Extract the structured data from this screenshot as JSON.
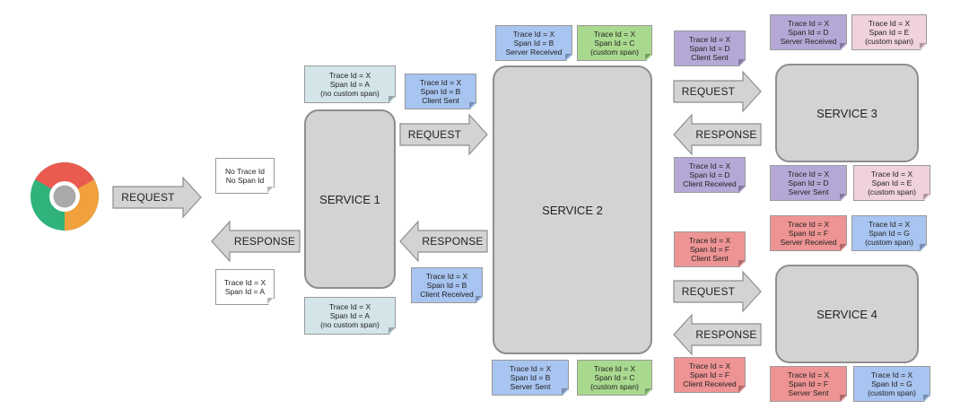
{
  "colors": {
    "note_blue": "#a8c4f0",
    "note_green": "#a9d98f",
    "note_purple": "#b6a8d6",
    "note_pink": "#f0d2da",
    "note_red": "#ee9494",
    "note_teal": "#d3e5e9",
    "note_white": "#ffffff",
    "service_fill": "#d3d3d3",
    "arrow_fill": "#d3d3d3"
  },
  "browser_icon": "chrome-browser-icon",
  "services": [
    {
      "id": "service-1",
      "label": "SERVICE 1"
    },
    {
      "id": "service-2",
      "label": "SERVICE 2"
    },
    {
      "id": "service-3",
      "label": "SERVICE 3"
    },
    {
      "id": "service-4",
      "label": "SERVICE 4"
    }
  ],
  "arrows": [
    {
      "id": "request-browser-service1",
      "label": "REQUEST",
      "direction": "right"
    },
    {
      "id": "response-service1-browser",
      "label": "RESPONSE",
      "direction": "left"
    },
    {
      "id": "request-service1-service2",
      "label": "REQUEST",
      "direction": "right"
    },
    {
      "id": "response-service2-service1",
      "label": "RESPONSE",
      "direction": "left"
    },
    {
      "id": "request-service2-service3",
      "label": "REQUEST",
      "direction": "right"
    },
    {
      "id": "response-service3-service2",
      "label": "RESPONSE",
      "direction": "left"
    },
    {
      "id": "request-service2-service4",
      "label": "REQUEST",
      "direction": "right"
    },
    {
      "id": "response-service4-service2",
      "label": "RESPONSE",
      "direction": "left"
    }
  ],
  "notes": [
    {
      "id": "browser-request-note",
      "color": "white",
      "lines": [
        "No Trace Id",
        "No Span Id"
      ]
    },
    {
      "id": "browser-response-note",
      "color": "white",
      "lines": [
        "Trace Id = X",
        "Span Id = A"
      ]
    },
    {
      "id": "service1-top-note",
      "color": "teal",
      "lines": [
        "Trace Id = X",
        "Span Id = A",
        "(no custom span)"
      ]
    },
    {
      "id": "service1-bottom-note",
      "color": "teal",
      "lines": [
        "Trace Id = X",
        "Span Id = A",
        "(no custom span)"
      ]
    },
    {
      "id": "client-sent-b-note",
      "color": "blue",
      "lines": [
        "Trace Id = X",
        "Span Id = B",
        "Client Sent"
      ]
    },
    {
      "id": "client-received-b-note",
      "color": "blue",
      "lines": [
        "Trace Id = X",
        "Span Id = B",
        "Client Received"
      ]
    },
    {
      "id": "server-received-b-note",
      "color": "blue",
      "lines": [
        "Trace Id = X",
        "Span Id = B",
        "Server Received"
      ]
    },
    {
      "id": "custom-span-c-top-note",
      "color": "green",
      "lines": [
        "Trace Id = X",
        "Span Id = C",
        "(custom span)"
      ]
    },
    {
      "id": "server-sent-b-note",
      "color": "blue",
      "lines": [
        "Trace Id = X",
        "Span Id = B",
        "Server Sent"
      ]
    },
    {
      "id": "custom-span-c-bottom-note",
      "color": "green",
      "lines": [
        "Trace Id = X",
        "Span Id = C",
        "(custom span)"
      ]
    },
    {
      "id": "client-sent-d-note",
      "color": "purple",
      "lines": [
        "Trace Id = X",
        "Span Id = D",
        "Client Sent"
      ]
    },
    {
      "id": "client-received-d-note",
      "color": "purple",
      "lines": [
        "Trace Id = X",
        "Span Id = D",
        "Client Received"
      ]
    },
    {
      "id": "server-received-d-note",
      "color": "purple",
      "lines": [
        "Trace Id = X",
        "Span Id = D",
        "Server Received"
      ]
    },
    {
      "id": "custom-span-e-top-note",
      "color": "pink",
      "lines": [
        "Trace Id = X",
        "Span Id = E",
        "(custom span)"
      ]
    },
    {
      "id": "server-sent-d-note",
      "color": "purple",
      "lines": [
        "Trace Id = X",
        "Span Id = D",
        "Server Sent"
      ]
    },
    {
      "id": "custom-span-e-bottom-note",
      "color": "pink",
      "lines": [
        "Trace Id = X",
        "Span Id = E",
        "(custom span)"
      ]
    },
    {
      "id": "client-sent-f-note",
      "color": "red",
      "lines": [
        "Trace Id = X",
        "Span Id = F",
        "Client Sent"
      ]
    },
    {
      "id": "client-received-f-note",
      "color": "red",
      "lines": [
        "Trace Id = X",
        "Span Id = F",
        "Client Received"
      ]
    },
    {
      "id": "server-received-f-note",
      "color": "red",
      "lines": [
        "Trace Id = X",
        "Span Id = F",
        "Server Received"
      ]
    },
    {
      "id": "custom-span-g-top-note",
      "color": "blue",
      "lines": [
        "Trace Id = X",
        "Span Id = G",
        "(custom span)"
      ]
    },
    {
      "id": "server-sent-f-note",
      "color": "red",
      "lines": [
        "Trace Id = X",
        "Span Id = F",
        "Server Sent"
      ]
    },
    {
      "id": "custom-span-g-bottom-note",
      "color": "blue",
      "lines": [
        "Trace Id = X",
        "Span Id = G",
        "(custom span)"
      ]
    }
  ]
}
